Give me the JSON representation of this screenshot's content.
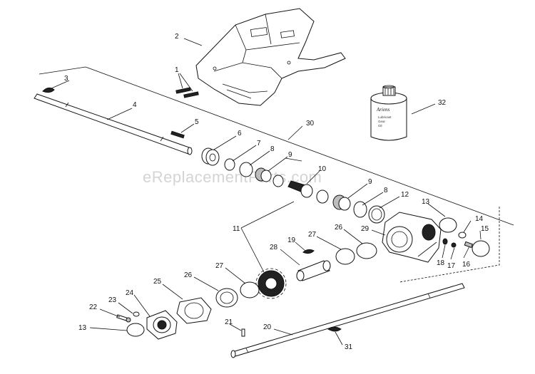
{
  "watermark": "eReplacementParts.com",
  "callouts": [
    "1",
    "2",
    "3",
    "4",
    "5",
    "6",
    "7",
    "8",
    "9",
    "10",
    "9",
    "8",
    "12",
    "13",
    "14",
    "15",
    "16",
    "17",
    "18",
    "29",
    "11",
    "19",
    "27",
    "26",
    "28",
    "27",
    "26",
    "25",
    "24",
    "23",
    "22",
    "13",
    "21",
    "20",
    "31",
    "30",
    "32"
  ],
  "bottle_label": {
    "brand": "Ariens",
    "lines": [
      "Lubricant",
      "Gear",
      "Oil"
    ]
  }
}
